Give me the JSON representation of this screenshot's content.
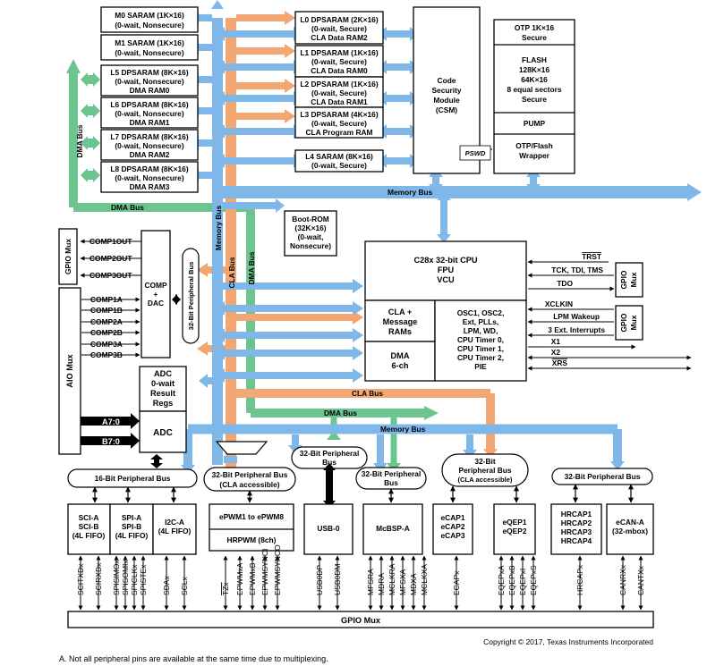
{
  "colors": {
    "memory_bus": "#7fb8e8",
    "cla_bus": "#f2a672",
    "dma_bus": "#6cc58f",
    "line": "#000000"
  },
  "memories_left": [
    {
      "name": "M0 SARAM (1K×16)",
      "sub1": "(0-wait, Nonsecure)",
      "sub2": ""
    },
    {
      "name": "M1 SARAM (1K×16)",
      "sub1": "(0-wait, Nonsecure)",
      "sub2": ""
    },
    {
      "name": "L5 DPSARAM (8K×16)",
      "sub1": "(0-wait, Nonsecure)",
      "sub2": "DMA RAM0"
    },
    {
      "name": "L6 DPSARAM (8K×16)",
      "sub1": "(0-wait, Nonsecure)",
      "sub2": "DMA RAM1"
    },
    {
      "name": "L7 DPSARAM (8K×16)",
      "sub1": "(0-wait, Nonsecure)",
      "sub2": "DMA RAM2"
    },
    {
      "name": "L8 DPSARAM (8K×16)",
      "sub1": "(0-wait, Nonsecure)",
      "sub2": "DMA RAM3"
    }
  ],
  "memories_right": [
    {
      "name": "L0 DPSARAM (2K×16)",
      "sub1": "(0-wait, Secure)",
      "sub2": "CLA Data RAM2"
    },
    {
      "name": "L1 DPSARAM (1K×16)",
      "sub1": "(0-wait, Secure)",
      "sub2": "CLA Data RAM0"
    },
    {
      "name": "L2 DPSARAM (1K×16)",
      "sub1": "(0-wait, Secure)",
      "sub2": "CLA Data RAM1"
    },
    {
      "name": "L3 DPSARAM (4K×16)",
      "sub1": "(0-wait, Secure)",
      "sub2": "CLA Program RAM"
    },
    {
      "name": "L4 SARAM (8K×16)",
      "sub1": "(0-wait, Secure)",
      "sub2": ""
    }
  ],
  "csm": [
    "Code",
    "Security",
    "Module",
    "(CSM)"
  ],
  "otp": [
    "OTP 1K×16",
    "Secure"
  ],
  "flash": [
    "FLASH",
    "128K×16",
    "64K×16",
    "8 equal sectors",
    "Secure"
  ],
  "pump": "PUMP",
  "otp_flash_wrapper": [
    "OTP/Flash",
    "Wrapper"
  ],
  "pswd": "PSWD",
  "boot_rom": [
    "Boot-ROM",
    "(32K×16)",
    "(0-wait,",
    "Nonsecure)"
  ],
  "cpu": [
    "C28x 32-bit CPU",
    "FPU",
    "VCU"
  ],
  "cla": [
    "CLA +",
    "Message",
    "RAMs"
  ],
  "dma": [
    "DMA",
    "6-ch"
  ],
  "cpu_periph": [
    "OSC1, OSC2,",
    "Ext, PLLs,",
    "LPM, WD,",
    "CPU Timer 0,",
    "CPU Timer 1,",
    "CPU Timer 2,",
    "PIE"
  ],
  "cpu_signals": [
    "TRST",
    "TCK, TDI, TMS",
    "TDO",
    "XCLKIN",
    "LPM Wakeup",
    "3 Ext. Interrupts",
    "X1",
    "X2",
    "XRS"
  ],
  "gpio_mux": "GPIO Mux",
  "gpio_mux_small": [
    "GPIO",
    "Mux"
  ],
  "aio_mux": "AIO Mux",
  "comp_out": [
    "COMP1OUT",
    "COMP2OUT",
    "COMP3OUT"
  ],
  "comp_in": [
    "COMP1A",
    "COMP1B",
    "COMP2A",
    "COMP2B",
    "COMP3A",
    "COMP3B"
  ],
  "comp_dac": [
    "COMP",
    "+",
    "DAC"
  ],
  "adc_regs": [
    "ADC",
    "0-wait",
    "Result",
    "Regs"
  ],
  "adc": "ADC",
  "adc_in": [
    "A7:0",
    "B7:0"
  ],
  "bus_labels": {
    "memory_bus": "Memory Bus",
    "dma_bus": "DMA Bus",
    "cla_bus": "CLA Bus",
    "p32": "32-Bit Peripheral Bus",
    "p16": "16-Bit Peripheral Bus",
    "p32_cla": "(CLA accessible)",
    "p32_short": [
      "32-Bit Peripheral",
      "Bus"
    ],
    "p32_cla_multi": [
      "32-Bit",
      "Peripheral Bus",
      "(CLA accessible)"
    ]
  },
  "peripherals": {
    "sci": [
      "SCI-A",
      "SCI-B",
      "(4L FIFO)"
    ],
    "spi": [
      "SPI-A",
      "SPI-B",
      "(4L FIFO)"
    ],
    "i2c": [
      "I2C-A",
      "(4L FIFO)"
    ],
    "epwm": "ePWM1 to ePWM8",
    "hrpwm": "HRPWM (8ch)",
    "usb": "USB-0",
    "mcbsp": "McBSP-A",
    "ecap": [
      "eCAP1",
      "eCAP2",
      "eCAP3"
    ],
    "eqep": [
      "eQEP1",
      "eQEP2"
    ],
    "hrcap": [
      "HRCAP1",
      "HRCAP2",
      "HRCAP3",
      "HRCAP4"
    ],
    "ecan": [
      "eCAN-A",
      "(32-mbox)"
    ]
  },
  "pins": {
    "sci": [
      "SCITXDx",
      "SCIRXDx"
    ],
    "spi": [
      "SPISIMOx",
      "SPISOMIx",
      "SPICLKx",
      "SPISTEx"
    ],
    "i2c": [
      "SDAx",
      "SCLx"
    ],
    "epwm": [
      "TZx",
      "EPWMxA",
      "EPWMxB",
      "EPWMSYNCI",
      "EPWMSYNCO"
    ],
    "usb": [
      "USB0DP",
      "USB0DM"
    ],
    "mcbsp": [
      "MFSRA",
      "MDRA",
      "MCLKRA",
      "MFSXA",
      "MDXA",
      "MCLKXA"
    ],
    "ecap": [
      "ECAPx"
    ],
    "eqep": [
      "EQEPxA",
      "EQEPxB",
      "EQEPxI",
      "EQEPxS"
    ],
    "hrcap": [
      "HRCAPx"
    ],
    "ecan": [
      "CANRXx",
      "CANTXx"
    ]
  },
  "copyright": "Copyright © 2017, Texas Instruments Incorporated",
  "footnote": "A.   Not all peripheral pins are available at the same time due to multiplexing."
}
